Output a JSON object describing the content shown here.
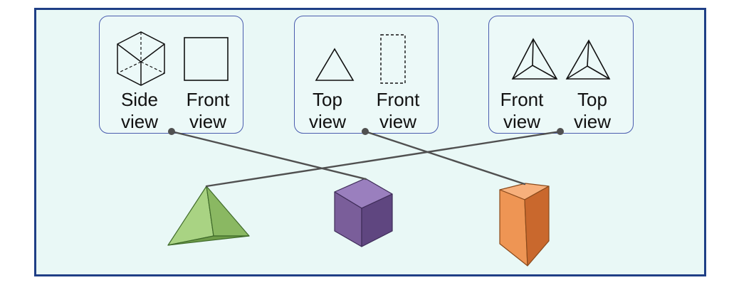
{
  "panels": [
    {
      "left_label": [
        "Side",
        "view"
      ],
      "right_label": [
        "Front",
        "view"
      ],
      "left_view_icon": "cube-wireframe-icon",
      "right_view_icon": "square-icon"
    },
    {
      "left_label": [
        "Top",
        "view"
      ],
      "right_label": [
        "Front",
        "view"
      ],
      "left_view_icon": "triangle-icon",
      "right_view_icon": "dashed-rectangle-icon"
    },
    {
      "left_label": [
        "Front",
        "view"
      ],
      "right_label": [
        "Top",
        "view"
      ],
      "left_view_icon": "pyramid-icon",
      "right_view_icon": "pyramid-icon"
    }
  ],
  "solids": [
    {
      "name": "triangular pyramid",
      "color": "#8fc064"
    },
    {
      "name": "cube",
      "color": "#7a5e9a"
    },
    {
      "name": "triangular prism",
      "color": "#e58a4a"
    }
  ],
  "colors": {
    "frame_border": "#1f3f86",
    "frame_fill": "#e9f8f6",
    "panel_border": "#4a5cae",
    "connector": "#505050"
  }
}
